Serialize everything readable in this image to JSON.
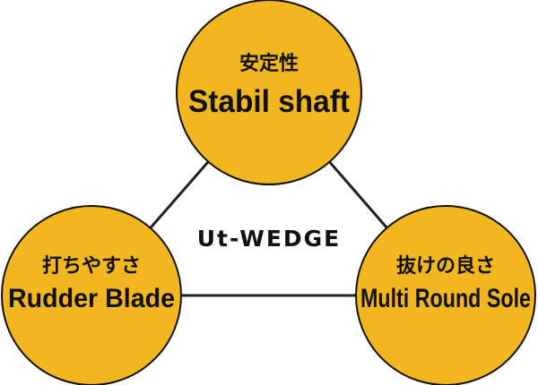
{
  "colors": {
    "circle_fill": "#F2B71F",
    "circle_stroke": "#111111",
    "connector": "#222222",
    "text": "#111111",
    "background": "#FFFFFF"
  },
  "center_label": "Ut-WEDGE",
  "nodes": {
    "top": {
      "jp": "安定性",
      "en": "Stabil shaft"
    },
    "left": {
      "jp": "打ちやすさ",
      "en": "Rudder Blade"
    },
    "right": {
      "jp": "抜けの良さ",
      "en": "Multi Round Sole"
    }
  }
}
